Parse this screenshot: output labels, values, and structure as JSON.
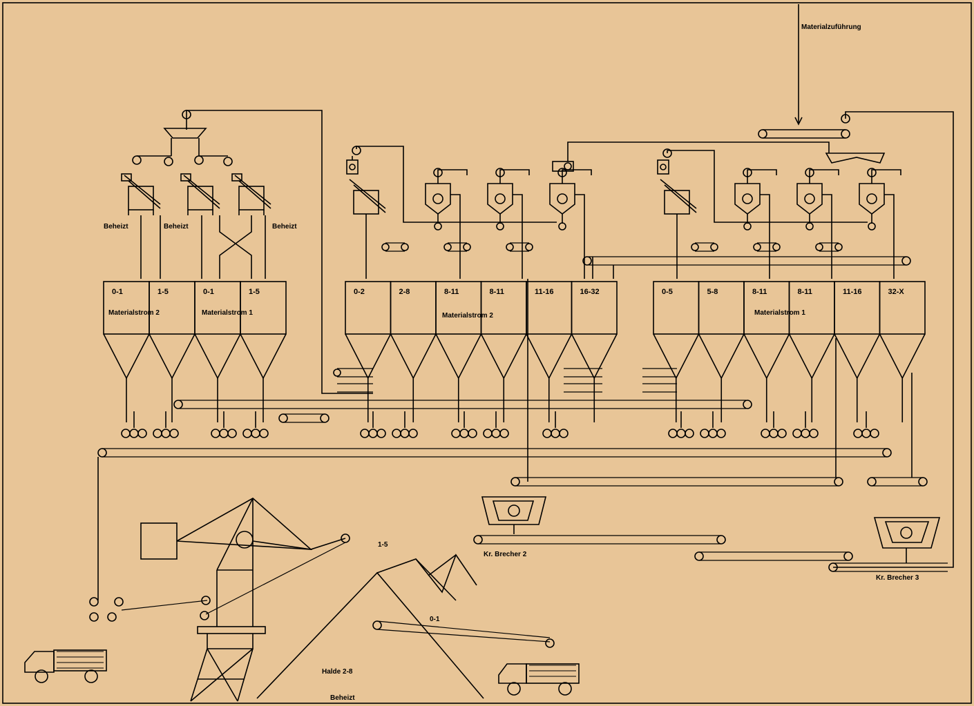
{
  "labels": {
    "material_feed": "Materialzuführung",
    "heated": "Beheizt",
    "stream_1": "Materialstrom 1",
    "stream_2": "Materialstrom 2",
    "crusher_2": "Kr. Brecher 2",
    "crusher_3": "Kr. Brecher 3",
    "heap": "Halde  2-8",
    "heap_heated": "Beheizt",
    "pile_1_5": "1-5",
    "pile_0_1": "0-1"
  },
  "bins": {
    "left": [
      "0-1",
      "1-5",
      "0-1",
      "1-5"
    ],
    "middle": [
      "0-2",
      "2-8",
      "8-11",
      "8-11",
      "11-16",
      "16-32"
    ],
    "right": [
      "0-5",
      "5-8",
      "8-11",
      "8-11",
      "11-16",
      "32-X"
    ]
  },
  "colors": {
    "background": "#e8c597",
    "line": "#000000"
  }
}
